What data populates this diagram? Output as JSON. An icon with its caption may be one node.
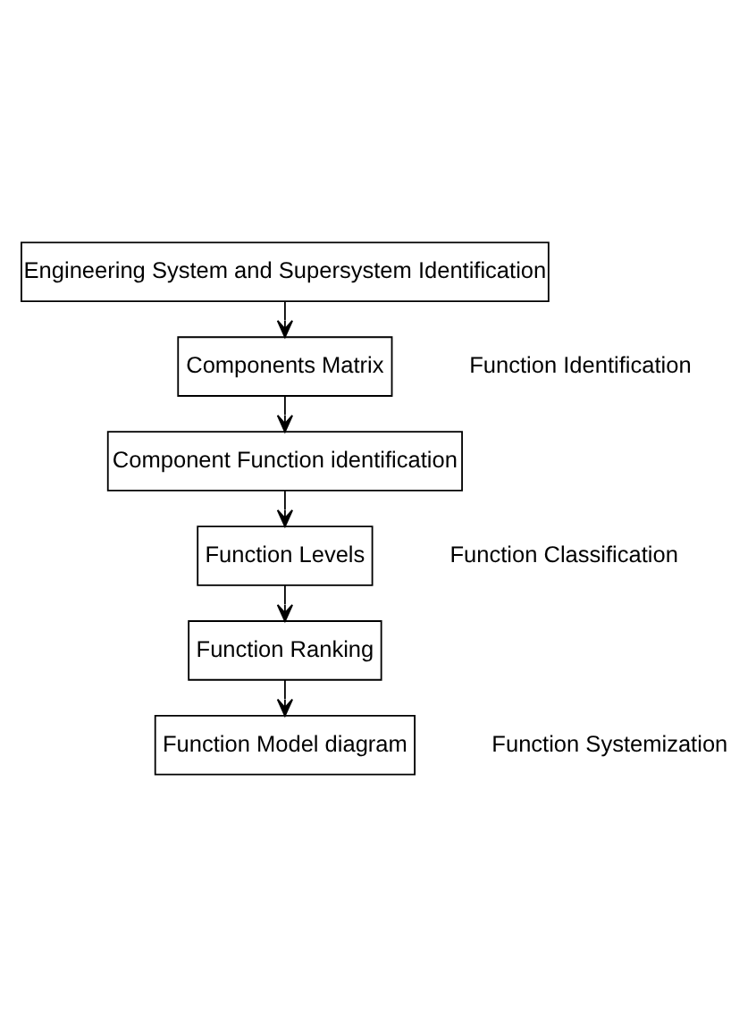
{
  "diagram": {
    "nodes": [
      {
        "text": [
          "Engineering System and Supersystem Identification"
        ]
      },
      {
        "text": [
          "Components Matrix"
        ]
      },
      {
        "text": [
          "Component Function identification"
        ]
      },
      {
        "text": [
          "Function Levels"
        ]
      },
      {
        "text": [
          "Function Ranking"
        ]
      },
      {
        "text": [
          "Function Model diagram"
        ]
      }
    ],
    "edges": [
      {
        "from": 0,
        "to": 1,
        "arrow": "to"
      },
      {
        "from": 1,
        "to": 2,
        "arrow": "to"
      },
      {
        "from": 2,
        "to": 3,
        "arrow": "to"
      },
      {
        "from": 3,
        "to": 4,
        "arrow": "to"
      },
      {
        "from": 4,
        "to": 5,
        "arrow": "to"
      }
    ],
    "labels": [
      "Function Identification",
      "Function Classification",
      "Function Systemization"
    ]
  }
}
